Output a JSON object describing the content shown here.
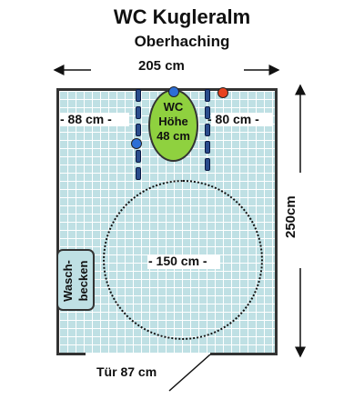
{
  "title": "WC Kugleralm",
  "subtitle": "Oberhaching",
  "dimensions": {
    "width": "205 cm",
    "height": "250cm",
    "left_clearance": "- 88 cm -",
    "right_clearance": "- 80 cm -",
    "turning_circle": "- 150 cm -",
    "door": "Tür 87 cm"
  },
  "wc": {
    "line1": "WC",
    "line2": "Höhe",
    "line3": "48 cm"
  },
  "sink": {
    "line1": "Wasch-",
    "line2": "becken"
  },
  "colors": {
    "floor": "#bfe0e4",
    "wc": "#8fd13f",
    "grab_bar": "#2a4c8c",
    "flush_button": "#2d6fd6",
    "alarm_button": "#e8421d"
  }
}
